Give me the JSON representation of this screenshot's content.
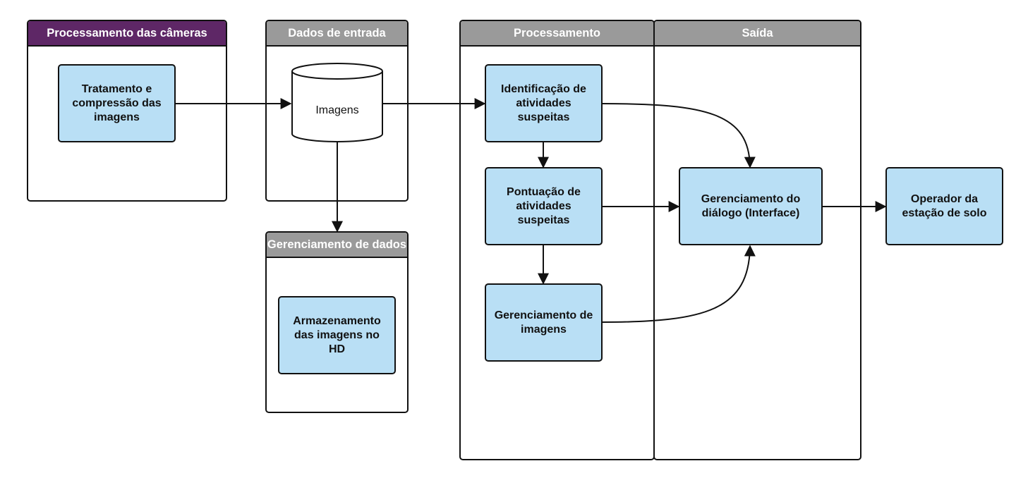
{
  "colors": {
    "header_purple": "#5e2766",
    "header_gray": "#9a9a9a",
    "node_fill": "#b9dff5",
    "stroke": "#111111"
  },
  "lanes": {
    "cameras": {
      "title": "Processamento das câmeras"
    },
    "input_data": {
      "title": "Dados de entrada"
    },
    "data_management": {
      "title": "Gerenciamento de dados"
    },
    "processing": {
      "title": "Processamento"
    },
    "output": {
      "title": "Saída"
    }
  },
  "nodes": {
    "treatment": {
      "label": "Tratamento e compressão das imagens"
    },
    "images_db": {
      "label": "Imagens"
    },
    "storage": {
      "label": "Armazenamento das imagens no HD"
    },
    "identification": {
      "label": "Identificação de atividades suspeitas"
    },
    "scoring": {
      "label": "Pontuação de atividades suspeitas"
    },
    "image_management": {
      "label": "Gerenciamento de imagens"
    },
    "dialog_management": {
      "label": "Gerenciamento do diálogo (Interface)"
    },
    "operator": {
      "label": "Operador da estação de solo"
    }
  }
}
